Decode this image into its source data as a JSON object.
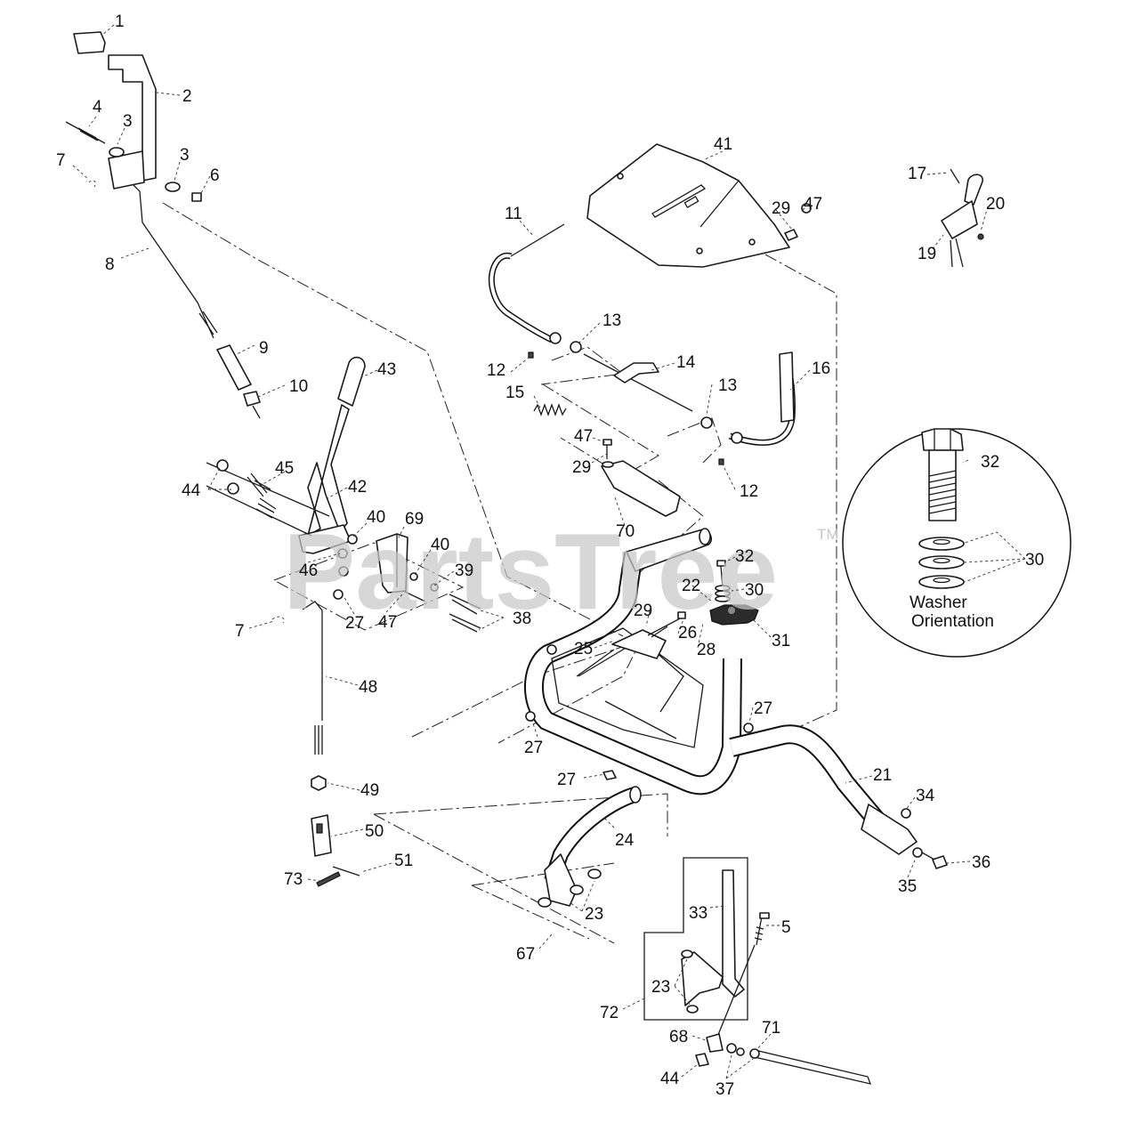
{
  "watermark": {
    "brand": "PartsTree",
    "trademark": "TM"
  },
  "inset": {
    "line1": "Washer",
    "line2": "Orientation"
  },
  "callouts": {
    "c1": "1",
    "c2": "2",
    "c3a": "3",
    "c3b": "3",
    "c4": "4",
    "c5": "5",
    "c6": "6",
    "c7a": "7",
    "c7b": "7",
    "c8": "8",
    "c9": "9",
    "c10": "10",
    "c11": "11",
    "c12a": "12",
    "c12b": "12",
    "c13a": "13",
    "c13b": "13",
    "c14": "14",
    "c15": "15",
    "c16": "16",
    "c17": "17",
    "c19": "19",
    "c20": "20",
    "c21": "21",
    "c22": "22",
    "c23a": "23",
    "c23b": "23",
    "c24": "24",
    "c25": "25",
    "c26": "26",
    "c27a": "27",
    "c27b": "27",
    "c27c": "27",
    "c27d": "27",
    "c28": "28",
    "c29a": "29",
    "c29b": "29",
    "c29c": "29",
    "c30a": "30",
    "c30b": "30",
    "c31": "31",
    "c32a": "32",
    "c32b": "32",
    "c33": "33",
    "c34": "34",
    "c35": "35",
    "c36": "36",
    "c37": "37",
    "c38": "38",
    "c39": "39",
    "c40a": "40",
    "c40b": "40",
    "c41": "41",
    "c42": "42",
    "c43": "43",
    "c44a": "44",
    "c44b": "44",
    "c45": "45",
    "c46": "46",
    "c47a": "47",
    "c47b": "47",
    "c47c": "47",
    "c48": "48",
    "c49": "49",
    "c50": "50",
    "c51": "51",
    "c67": "67",
    "c68": "68",
    "c69": "69",
    "c70": "70",
    "c71": "71",
    "c72": "72",
    "c73": "73"
  }
}
